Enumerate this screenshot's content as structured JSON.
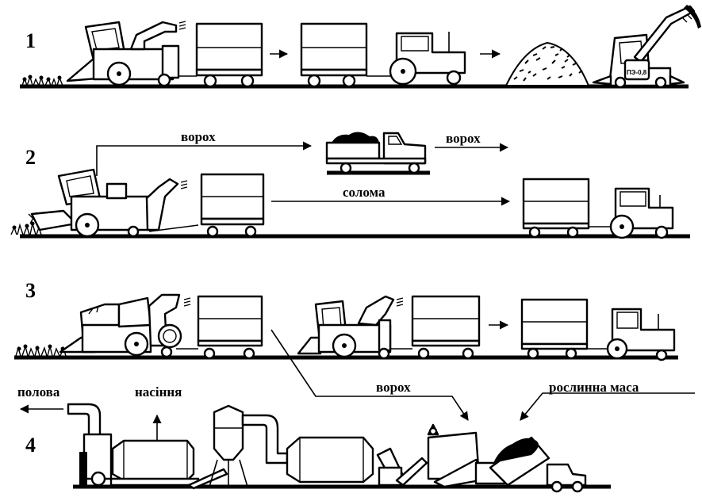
{
  "rows": [
    {
      "number": "1"
    },
    {
      "number": "2"
    },
    {
      "number": "3"
    },
    {
      "number": "4"
    }
  ],
  "labels": {
    "heap_top": "ворох",
    "heap_right": "ворох",
    "straw": "солома",
    "heap_row4": "ворох",
    "plant_mass": "рослинна маса",
    "chaff": "полова",
    "seeds": "насіння"
  },
  "machine_text": {
    "loader_badge": "ПЭ-0,8"
  }
}
